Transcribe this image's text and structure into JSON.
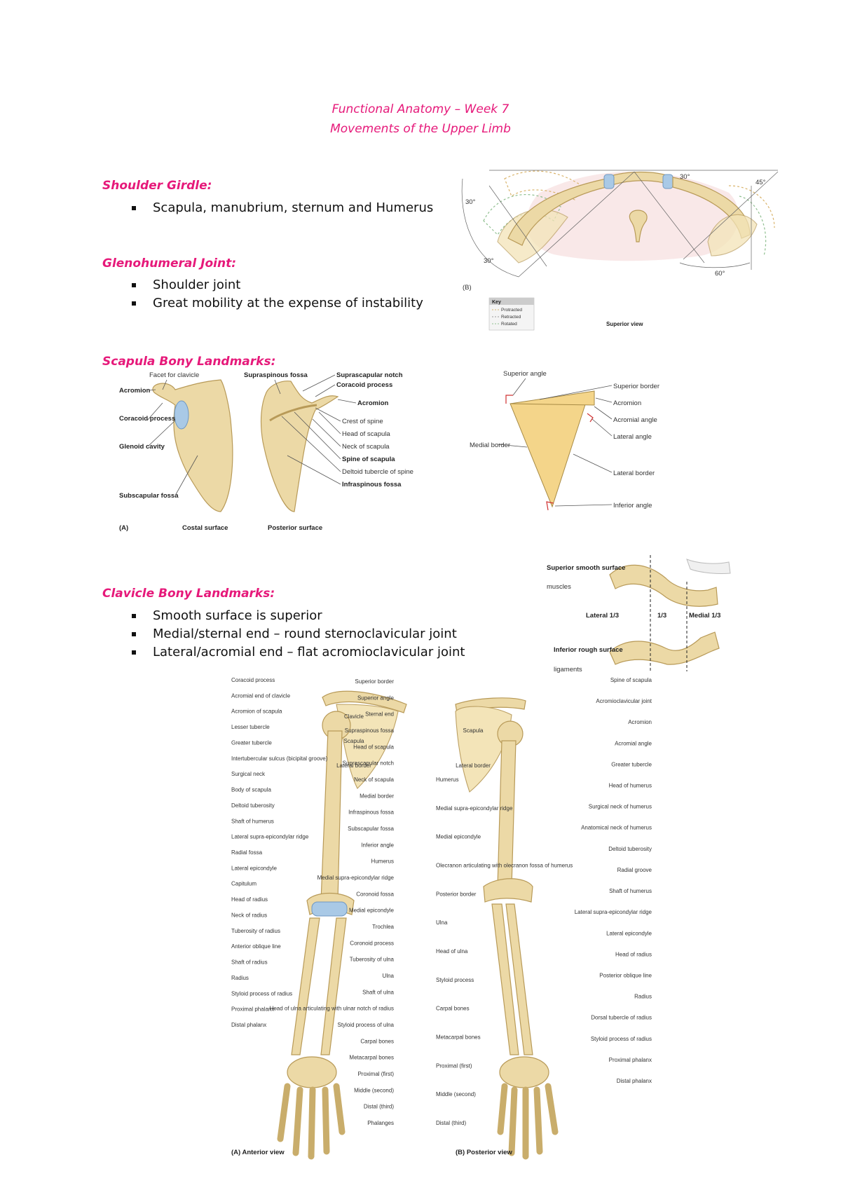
{
  "title": {
    "line1": "Functional Anatomy – Week 7",
    "line2": "Movements of the Upper Limb"
  },
  "sections": {
    "shoulder_girdle": {
      "heading": "Shoulder Girdle:",
      "bullets": [
        "Scapula, manubrium, sternum and Humerus"
      ]
    },
    "glenohumeral": {
      "heading": "Glenohumeral Joint:",
      "bullets": [
        "Shoulder joint",
        "Great mobility at the expense of instability"
      ]
    },
    "scapula": {
      "heading": "Scapula Bony Landmarks:"
    },
    "clavicle": {
      "heading": "Clavicle Bony Landmarks:",
      "bullets": [
        "Smooth surface is superior",
        "Medial/sternal end – round sternoclavicular joint",
        "Lateral/acromial end – flat acromioclavicular joint"
      ]
    }
  },
  "figures": {
    "girdle_superior": {
      "panel": "(B)",
      "view": "Superior view",
      "key_title": "Key",
      "key_items": [
        "Protracted",
        "Retracted",
        "Rotated"
      ],
      "angles": [
        "30°",
        "30°",
        "30°",
        "60°",
        "45°"
      ]
    },
    "scapula_surfaces": {
      "panel": "(A)",
      "costal_caption": "Costal surface",
      "posterior_caption": "Posterior surface",
      "labels": {
        "facet_clavicle": "Facet for clavicle",
        "acromion_left": "Acromion",
        "coracoid": "Coracoid process",
        "glenoid": "Glenoid cavity",
        "subscapular": "Subscapular fossa",
        "supraspinous": "Supraspinous fossa",
        "suprascapular_notch": "Suprascapular notch",
        "coracoid_process": "Coracoid process",
        "acromion": "Acromion",
        "crest_spine": "Crest of spine",
        "head": "Head of scapula",
        "neck": "Neck of scapula",
        "spine": "Spine of scapula",
        "deltoid": "Deltoid tubercle of spine",
        "infraspinous": "Infraspinous fossa"
      }
    },
    "scapula_schematic": {
      "labels": {
        "superior_angle": "Superior angle",
        "superior_border": "Superior border",
        "acromion": "Acromion",
        "acromial_angle": "Acromial angle",
        "lateral_angle": "Lateral angle",
        "medial_border": "Medial border",
        "lateral_border": "Lateral border",
        "inferior_angle": "Inferior angle"
      }
    },
    "clavicle": {
      "superior_title": "Superior smooth surface",
      "superior_note": "muscles",
      "inferior_title": "Inferior rough surface",
      "inferior_note": "ligaments",
      "lateral": "Lateral 1/3",
      "middle": "1/3",
      "medial": "Medial 1/3"
    },
    "upper_limb": {
      "anterior_caption": "(A) Anterior view",
      "posterior_caption": "(B) Posterior view",
      "anterior_left": [
        "Coracoid process",
        "Acromial end of clavicle",
        "Acromion of scapula",
        "Lesser tubercle",
        "Greater tubercle",
        "Intertubercular sulcus (bicipital groove)",
        "Surgical neck",
        "Body of scapula",
        "Deltoid tuberosity",
        "Shaft of humerus",
        "Lateral supra-epicondylar ridge",
        "Radial fossa",
        "Lateral epicondyle",
        "Capitulum",
        "Head of radius",
        "Neck of radius",
        "Tuberosity of radius",
        "Anterior oblique line",
        "Shaft of radius",
        "Radius",
        "Styloid process of radius",
        "Proximal phalanx",
        "Distal phalanx"
      ],
      "anterior_right": [
        "Superior border",
        "Superior angle",
        "Sternal end",
        "Supraspinous fossa",
        "Head of scapula",
        "Suprascapular notch",
        "Neck of scapula",
        "Medial border",
        "Infraspinous fossa",
        "Subscapular fossa",
        "Inferior angle",
        "Humerus",
        "Medial supra-epicondylar ridge",
        "Coronoid fossa",
        "Medial epicondyle",
        "Trochlea",
        "Coronoid process",
        "Tuberosity of ulna",
        "Ulna",
        "Shaft of ulna",
        "Head of ulna articulating with ulnar notch of radius",
        "Styloid process of ulna",
        "Carpal bones",
        "Metacarpal bones",
        "Proximal (first)",
        "Middle (second)",
        "Distal (third)",
        "Phalanges"
      ],
      "anterior_inner": [
        "Clavicle",
        "Scapula",
        "Lateral border"
      ],
      "posterior_left": [
        "Humerus",
        "Medial supra-epicondylar ridge",
        "Medial epicondyle",
        "Olecranon articulating with olecranon fossa of humerus",
        "Posterior border",
        "Ulna",
        "Head of ulna",
        "Styloid process",
        "Carpal bones",
        "Metacarpal bones",
        "Proximal (first)",
        "Middle (second)",
        "Distal (third)"
      ],
      "posterior_right": [
        "Spine of scapula",
        "Acromioclavicular joint",
        "Acromion",
        "Acromial angle",
        "Greater tubercle",
        "Head of humerus",
        "Surgical neck of humerus",
        "Anatomical neck of humerus",
        "Deltoid tuberosity",
        "Radial groove",
        "Shaft of humerus",
        "Lateral supra-epicondylar ridge",
        "Lateral epicondyle",
        "Head of radius",
        "Posterior oblique line",
        "Radius",
        "Dorsal tubercle of radius",
        "Styloid process of radius",
        "Proximal phalanx",
        "Distal phalanx"
      ],
      "posterior_inner": [
        "Scapula",
        "Lateral border"
      ]
    }
  },
  "colors": {
    "heading": "#e6197a",
    "bone": "#ecd9a6",
    "cartilage": "#a9c9e6"
  }
}
